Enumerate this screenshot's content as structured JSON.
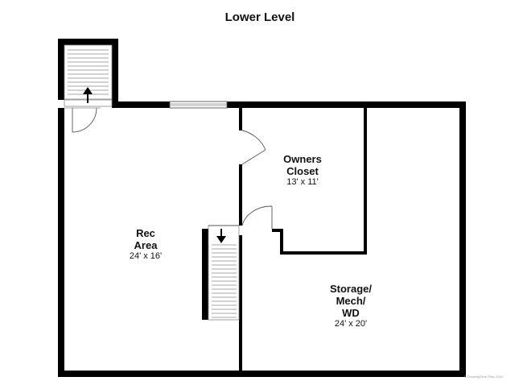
{
  "title": "Lower Level",
  "rooms": [
    {
      "id": "rec",
      "name_lines": [
        "Rec",
        "Area"
      ],
      "dimensions": "24' x 16'"
    },
    {
      "id": "closet",
      "name_lines": [
        "Owners",
        "Closet"
      ],
      "dimensions": "13' x 11'"
    },
    {
      "id": "storage",
      "name_lines": [
        "Storage/",
        "Mech/",
        "WD"
      ],
      "dimensions": "24' x 20'"
    }
  ],
  "stairs": [
    {
      "id": "upper-stair",
      "direction": "up"
    },
    {
      "id": "main-stair",
      "direction": "down"
    }
  ],
  "credit": "© ShowingTime Plus, 2024",
  "colors": {
    "wall": "#000000",
    "background": "#ffffff",
    "text": "#111111"
  }
}
